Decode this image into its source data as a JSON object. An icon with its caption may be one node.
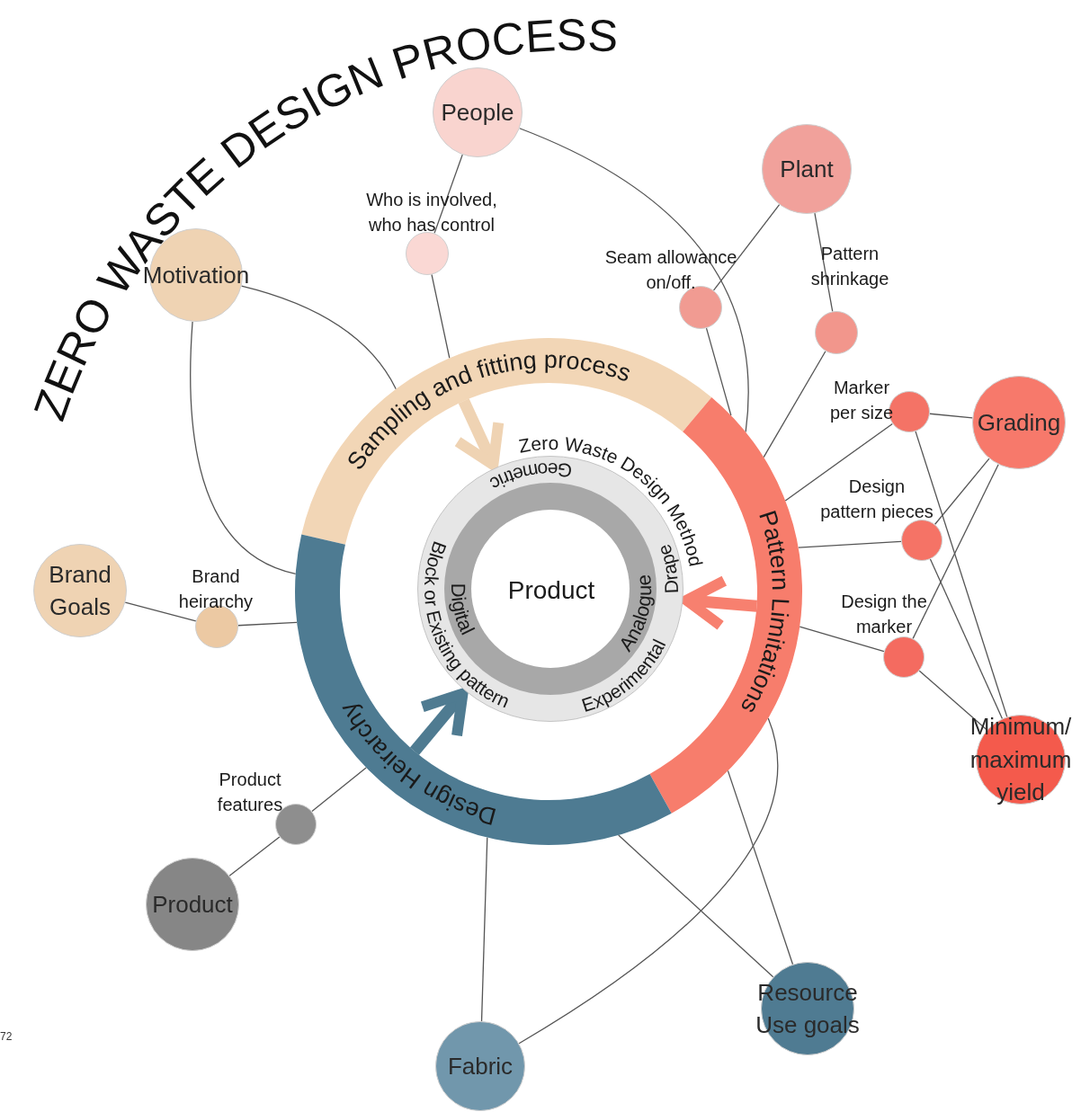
{
  "diagram": {
    "title": "ZERO WASTE DESIGN PROCESS",
    "nodes": [
      {
        "text": [
          "People"
        ]
      },
      {
        "text": [],
        "shape": "circle",
        "beside": [
          "Who is involved, who has control"
        ]
      },
      {
        "text": [
          "Plant"
        ]
      },
      {
        "text": [],
        "shape": "circle",
        "beside": [
          "Seam allowance on/off."
        ]
      },
      {
        "text": [],
        "shape": "circle",
        "beside": [
          "Pattern shrinkage"
        ]
      },
      {
        "text": [
          "Motivation"
        ]
      },
      {
        "text": [
          "Grading"
        ]
      },
      {
        "text": [],
        "shape": "circle",
        "beside": [
          "Marker per size"
        ]
      },
      {
        "text": [],
        "shape": "circle",
        "beside": [
          "Design pattern pieces"
        ]
      },
      {
        "text": [],
        "shape": "circle",
        "beside": [
          "Design the marker"
        ]
      },
      {
        "text": [
          "Minimum/ maximum yield"
        ]
      },
      {
        "text": [
          "Brand Goals"
        ]
      },
      {
        "text": [],
        "shape": "circle",
        "beside": [
          "Brand heirarchy"
        ]
      },
      {
        "text": [],
        "shape": "circle",
        "beside": [
          "Product features"
        ]
      },
      {
        "text": [
          "Product"
        ]
      },
      {
        "text": [
          "Fabric"
        ]
      },
      {
        "text": [
          "Resource Use goals"
        ]
      },
      {
        "text": [
          "Sampling and fitting process"
        ]
      },
      {
        "text": [
          "Pattern Limitations"
        ]
      },
      {
        "text": [
          "Design Heirarchy"
        ]
      },
      {
        "text": [
          "Zero Waste Design Method",
          "Geometric",
          "Block or Existing pattern",
          "Digital",
          "Product",
          "Experimental",
          "Analogue",
          "Drape"
        ]
      }
    ],
    "edges": [
      {
        "from": 0,
        "to": 1,
        "arrow": "none"
      },
      {
        "from": 1,
        "to": 17,
        "arrow": "none"
      },
      {
        "from": 0,
        "to": 18,
        "arrow": "none"
      },
      {
        "from": 2,
        "to": 3,
        "arrow": "none"
      },
      {
        "from": 2,
        "to": 4,
        "arrow": "none"
      },
      {
        "from": 3,
        "to": 18,
        "arrow": "none"
      },
      {
        "from": 4,
        "to": 18,
        "arrow": "none"
      },
      {
        "from": 7,
        "to": 18,
        "arrow": "none"
      },
      {
        "from": 7,
        "to": 6,
        "arrow": "none"
      },
      {
        "from": 7,
        "to": 10,
        "arrow": "none"
      },
      {
        "from": 8,
        "to": 18,
        "arrow": "none"
      },
      {
        "from": 8,
        "to": 6,
        "arrow": "none"
      },
      {
        "from": 8,
        "to": 10,
        "arrow": "none"
      },
      {
        "from": 9,
        "to": 18,
        "arrow": "none"
      },
      {
        "from": 9,
        "to": 6,
        "arrow": "none"
      },
      {
        "from": 9,
        "to": 10,
        "arrow": "none"
      },
      {
        "from": 5,
        "to": 17,
        "arrow": "none"
      },
      {
        "from": 5,
        "to": 19,
        "arrow": "none"
      },
      {
        "from": 11,
        "to": 12,
        "arrow": "none"
      },
      {
        "from": 12,
        "to": 19,
        "arrow": "none"
      },
      {
        "from": 13,
        "to": 19,
        "arrow": "none"
      },
      {
        "from": 13,
        "to": 14,
        "arrow": "none"
      },
      {
        "from": 15,
        "to": 19,
        "arrow": "none"
      },
      {
        "from": 15,
        "to": 18,
        "arrow": "none"
      },
      {
        "from": 16,
        "to": 19,
        "arrow": "none"
      },
      {
        "from": 16,
        "to": 18,
        "arrow": "none"
      },
      {
        "from": 17,
        "to": 20,
        "arrow": "to",
        "style": "thick",
        "color": "#efd3b3"
      },
      {
        "from": 18,
        "to": 20,
        "arrow": "to",
        "style": "thick",
        "color": "#f7806f"
      },
      {
        "from": 19,
        "to": 20,
        "arrow": "to",
        "style": "thick",
        "color": "#4f7b91"
      }
    ],
    "labels": [
      "72"
    ]
  }
}
